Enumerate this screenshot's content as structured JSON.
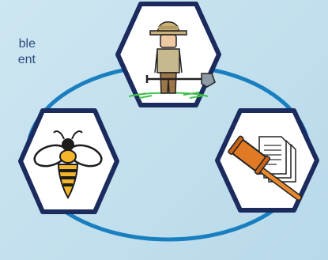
{
  "caption": {
    "line1": "ble",
    "line2": "ent"
  },
  "nodes": [
    {
      "name": "farmer",
      "icon": "farmer-with-shovel-icon"
    },
    {
      "name": "bee",
      "icon": "bee-icon"
    },
    {
      "name": "law",
      "icon": "gavel-and-documents-icon"
    }
  ],
  "colors": {
    "background": "#c6e1ee",
    "ring": "#1a7fbf",
    "hexagon_border": "#1b2b5e",
    "text": "#2d4a82"
  }
}
